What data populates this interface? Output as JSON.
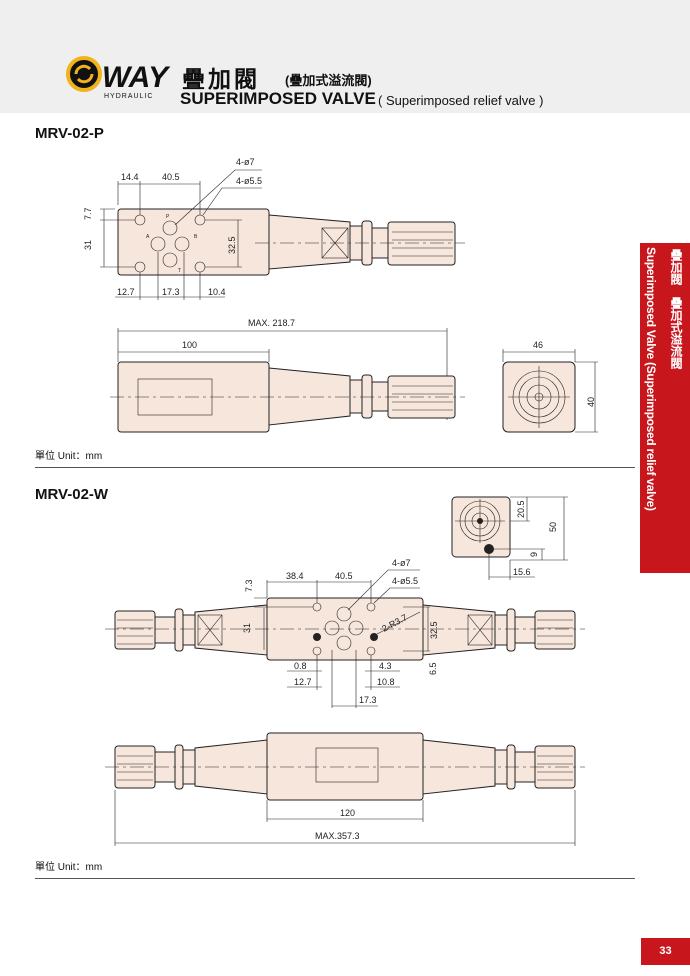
{
  "header": {
    "logo_text": "WAY",
    "logo_sub": "HYDRAULIC",
    "title_zh": "疊加閥",
    "title_zh_sub": "(疊加式溢流閥)",
    "title_en": "SUPERIMPOSED VALVE",
    "title_en_sub": "( Superimposed relief valve )"
  },
  "side_tab": {
    "zh": "疊加閥　疊加式溢流閥",
    "en": "Superimposed Valve (Superimposed relief valve)"
  },
  "colors": {
    "accent": "#c8161d",
    "body_fill": "#f7e6dc",
    "header_bg": "#efefef",
    "logo_yellow": "#f2b21c"
  },
  "sections": [
    {
      "model": "MRV-02-P",
      "unit": "單位 Unit：mm",
      "top_view": {
        "d1": "14.4",
        "d2": "40.5",
        "hole1": "4-ø7",
        "hole2": "4-ø5.5",
        "d3": "7.7",
        "d4": "31",
        "d5": "32.5",
        "d6": "12.7",
        "d7": "17.3",
        "d8": "10.4",
        "ports": [
          "P",
          "A",
          "B",
          "T"
        ]
      },
      "side_view": {
        "max": "MAX. 218.7",
        "len": "100"
      },
      "end_view": {
        "w": "46",
        "h": "40"
      }
    },
    {
      "model": "MRV-02-W",
      "unit": "單位 Unit：mm",
      "end_view": {
        "d1": "20.5",
        "d2": "50",
        "d3": "9",
        "d4": "15.6"
      },
      "top_view": {
        "d1": "38.4",
        "d2": "40.5",
        "hole1": "4-ø7",
        "hole2": "4-ø5.5",
        "d3": "7.3",
        "d4": "31",
        "d5": "32.5",
        "r": "2-R3.7",
        "d6": "0.8",
        "d7": "12.7",
        "d8": "4.3",
        "d9": "10.8",
        "d10": "17.3",
        "d11": "6.5"
      },
      "side_view": {
        "len": "120",
        "max": "MAX.357.3"
      }
    }
  ],
  "page_number": "33"
}
